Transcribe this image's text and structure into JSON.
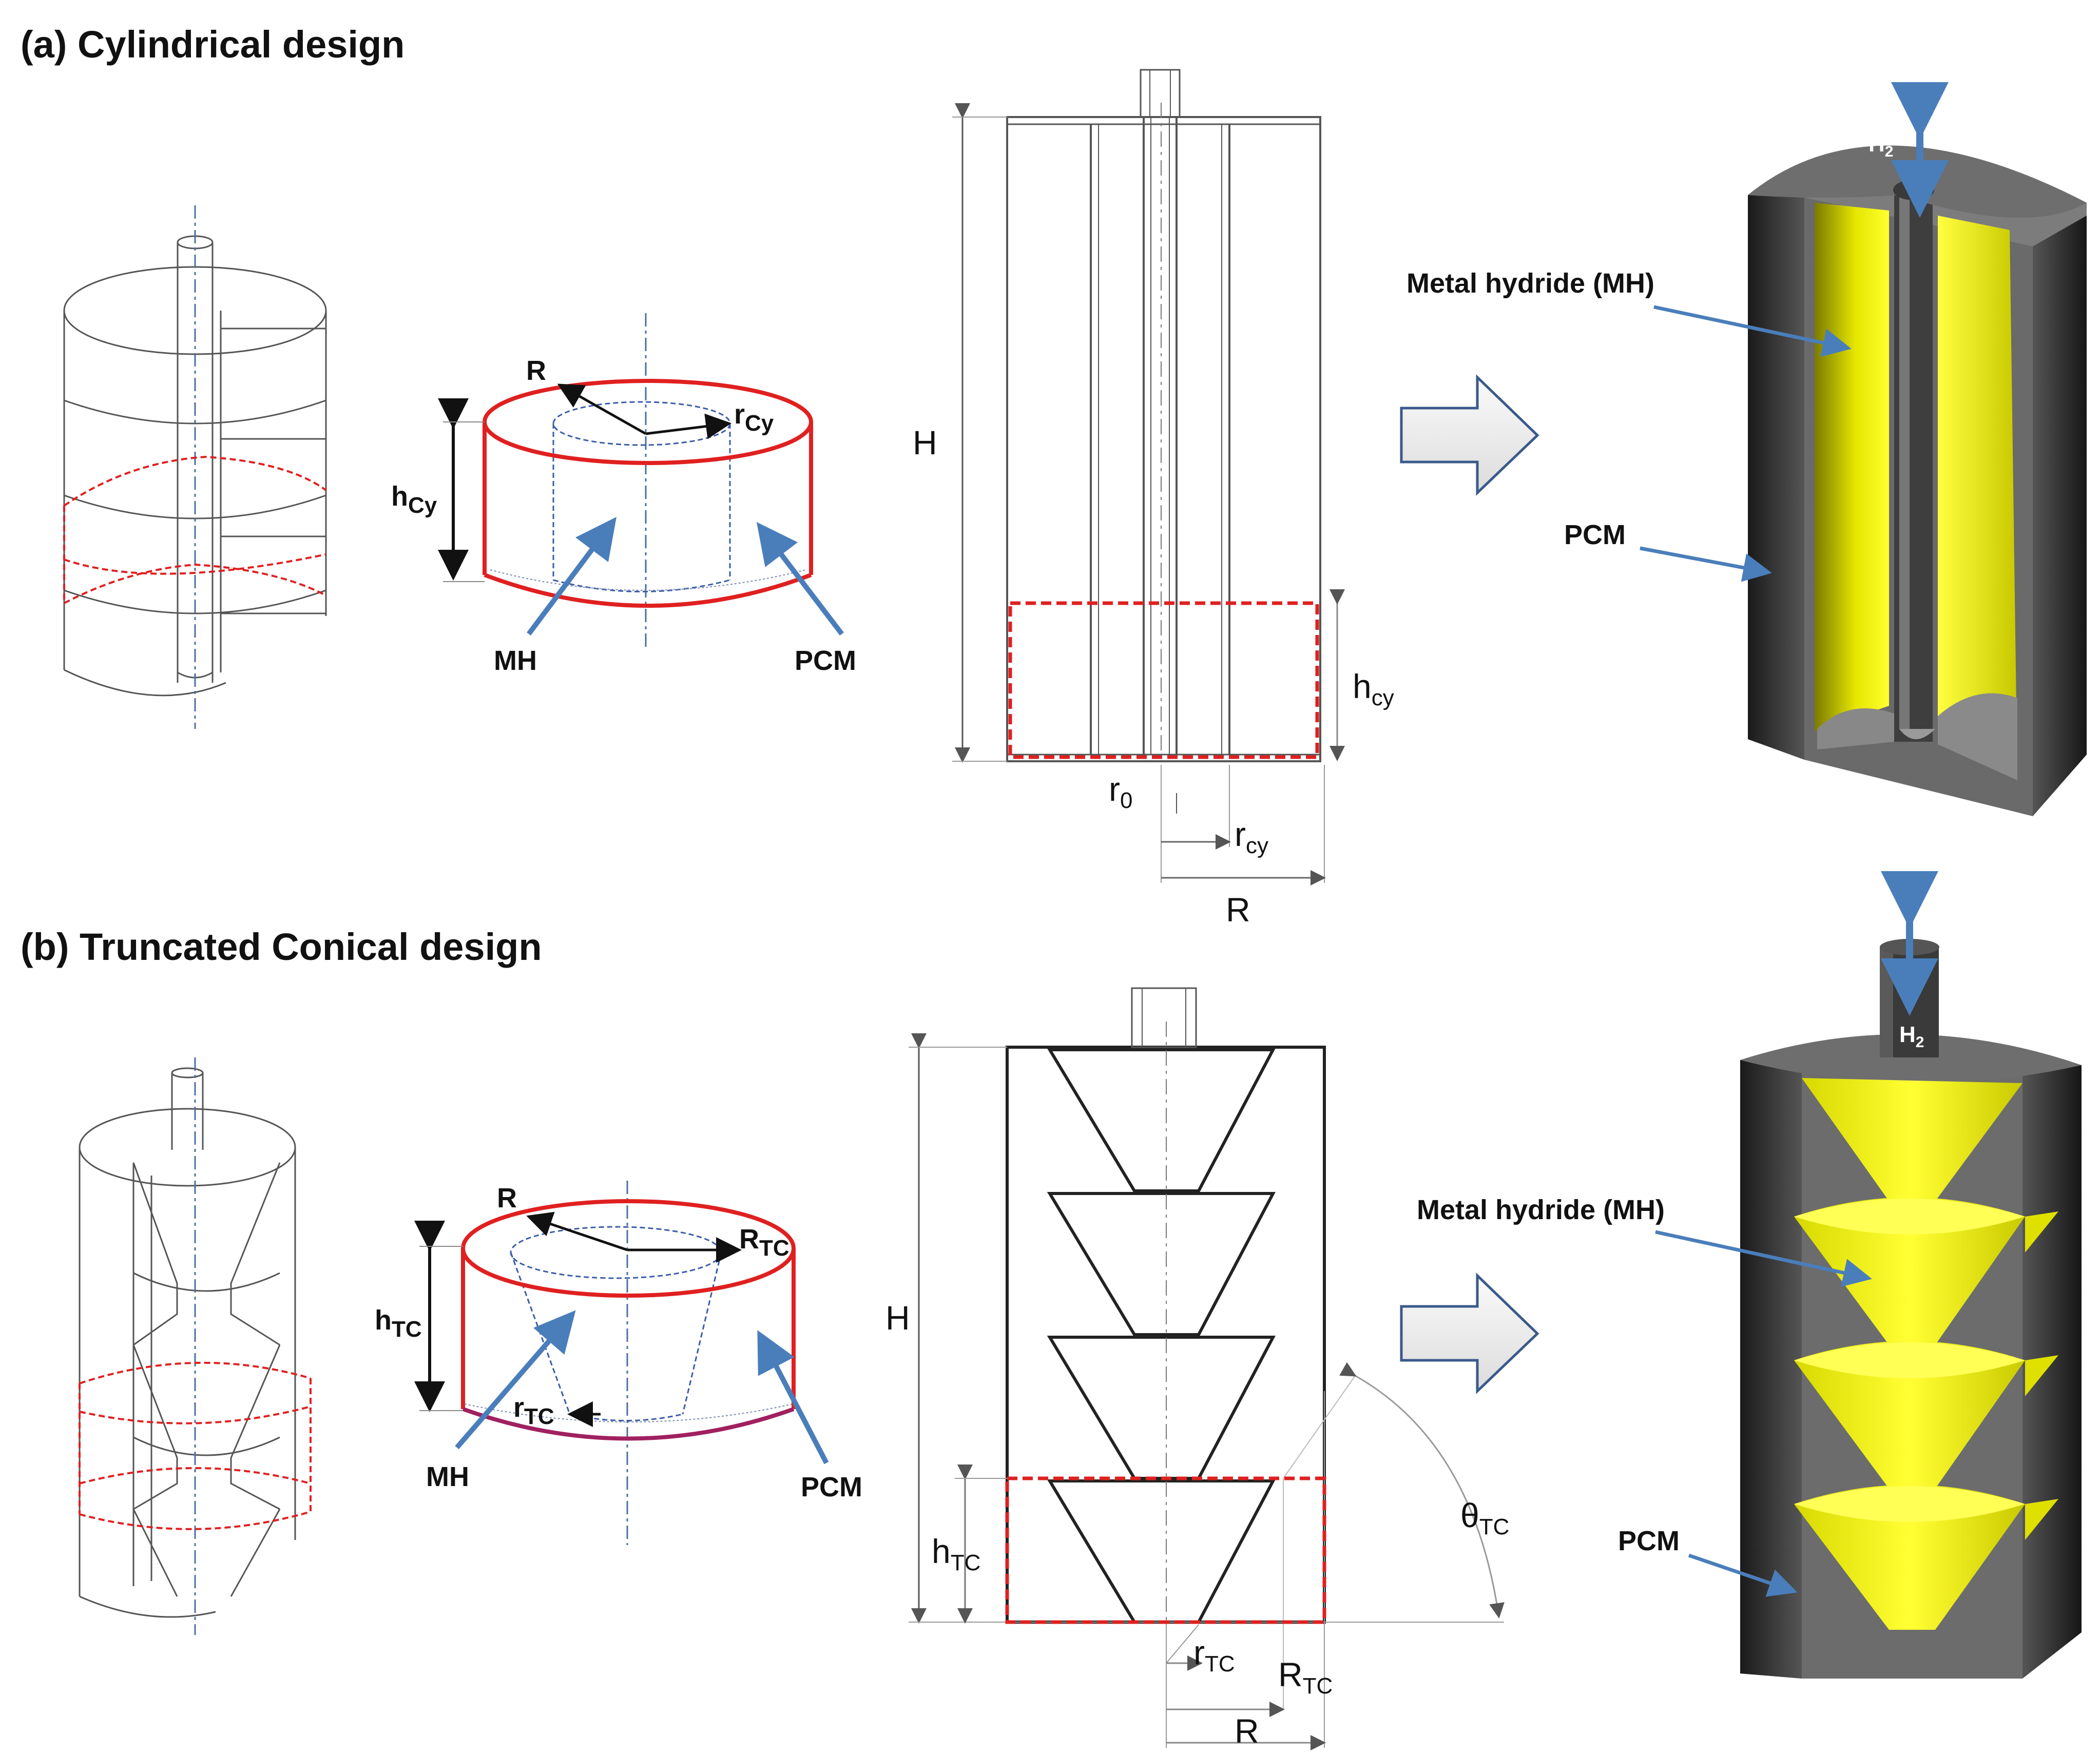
{
  "sections": [
    {
      "title": "(a) Cylindrical design"
    },
    {
      "title": "(b) Truncated Conical design"
    }
  ],
  "cylindrical": {
    "unit": {
      "R": "R",
      "r_main": "r",
      "r_sub": "Cy",
      "h_main": "h",
      "h_sub": "Cy",
      "mh": "MH",
      "pcm": "PCM"
    },
    "section_view": {
      "H": "H",
      "h_main": "h",
      "h_sub": "cy",
      "r0_main": "r",
      "r0_sub": "0",
      "r_main": "r",
      "r_sub": "cy",
      "R": "R"
    },
    "render": {
      "h2_main": "H",
      "h2_sub": "2",
      "mh": "Metal hydride (MH)",
      "pcm": "PCM"
    }
  },
  "conical": {
    "unit": {
      "R": "R",
      "Rtc_main": "R",
      "Rtc_sub": "TC",
      "rtc_main": "r",
      "rtc_sub": "TC",
      "h_main": "h",
      "h_sub": "TC",
      "mh": "MH",
      "pcm": "PCM"
    },
    "section_view": {
      "H": "H",
      "h_main": "h",
      "h_sub": "TC",
      "theta_main": "θ",
      "theta_sub": "TC",
      "rtc_main": "r",
      "rtc_sub": "TC",
      "Rtc_main": "R",
      "Rtc_sub": "TC",
      "R": "R"
    },
    "render": {
      "h2_main": "H",
      "h2_sub": "2",
      "mh": "Metal hydride (MH)",
      "pcm": "PCM"
    }
  },
  "colors": {
    "highlight_red": "#e02020",
    "leader_blue": "#4a7ebb",
    "axis_blue": "#4a6fa5",
    "hydride_yellow": "#f2f200",
    "steel_dark": "#2a2a2a",
    "steel_grey": "#7c7c7c"
  }
}
